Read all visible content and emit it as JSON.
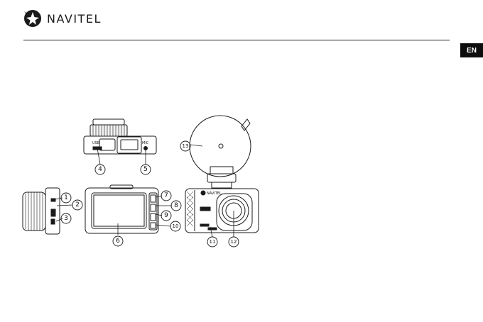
{
  "header": {
    "brand": "NAVITEL",
    "lang": "EN",
    "logo_icon": "navitel-star-icon"
  },
  "diagram": {
    "callouts": [
      "1",
      "2",
      "3",
      "4",
      "5",
      "6",
      "7",
      "8",
      "9",
      "10",
      "11",
      "12",
      "13"
    ],
    "device_labels": {
      "top_view_left": "USB",
      "top_view_right": "MIC"
    },
    "front_brand": "NAVITEL"
  }
}
